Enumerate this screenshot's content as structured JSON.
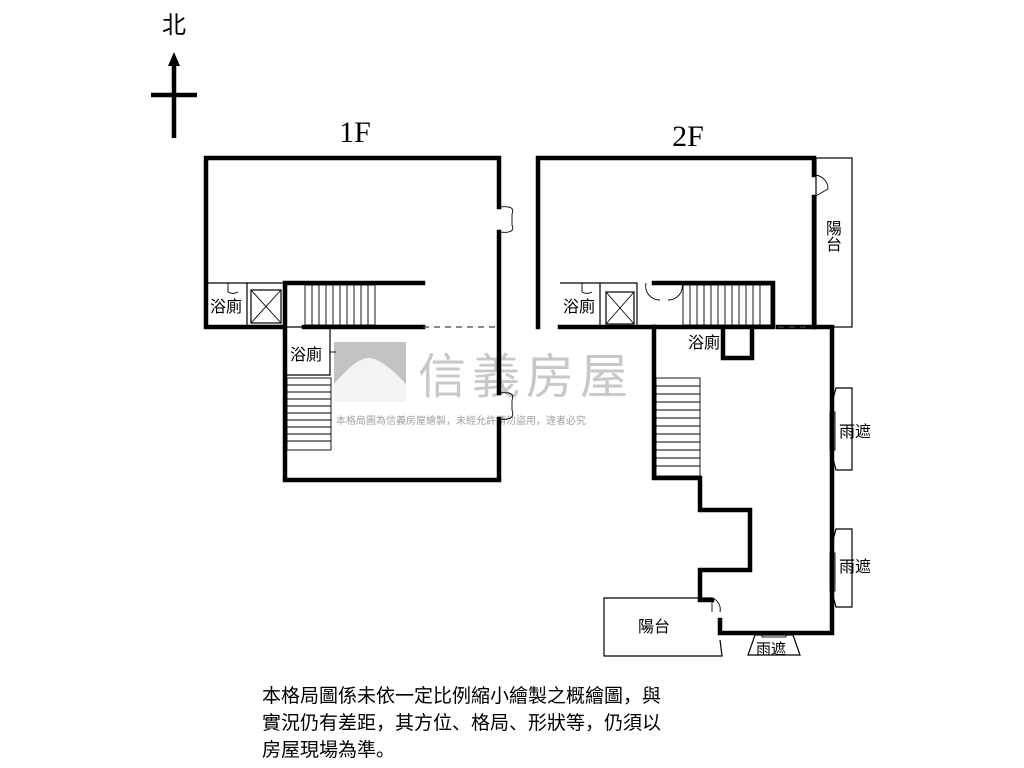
{
  "compass": {
    "label": "北"
  },
  "floors": {
    "first": "1F",
    "second": "2F"
  },
  "rooms": {
    "bath_1f_top": "浴廁",
    "bath_1f_lower": "浴廁",
    "bath_2f_left": "浴廁",
    "bath_2f_center": "浴廁",
    "balcony_2f_right": "陽台",
    "balcony_2f_bottom": "陽台",
    "awning_1": "雨遮",
    "awning_2": "雨遮",
    "awning_3": "雨遮"
  },
  "watermark": {
    "brand": "信義房屋",
    "notice": "本格局圖為信義房屋繪製，未經允許請勿盜用，違者必究"
  },
  "disclaimer": {
    "line1": "本格局圖係未依一定比例縮小繪製之概繪圖，與",
    "line2": "實況仍有差距，其方位、格局、形狀等，仍須以",
    "line3": "房屋現場為準。"
  }
}
